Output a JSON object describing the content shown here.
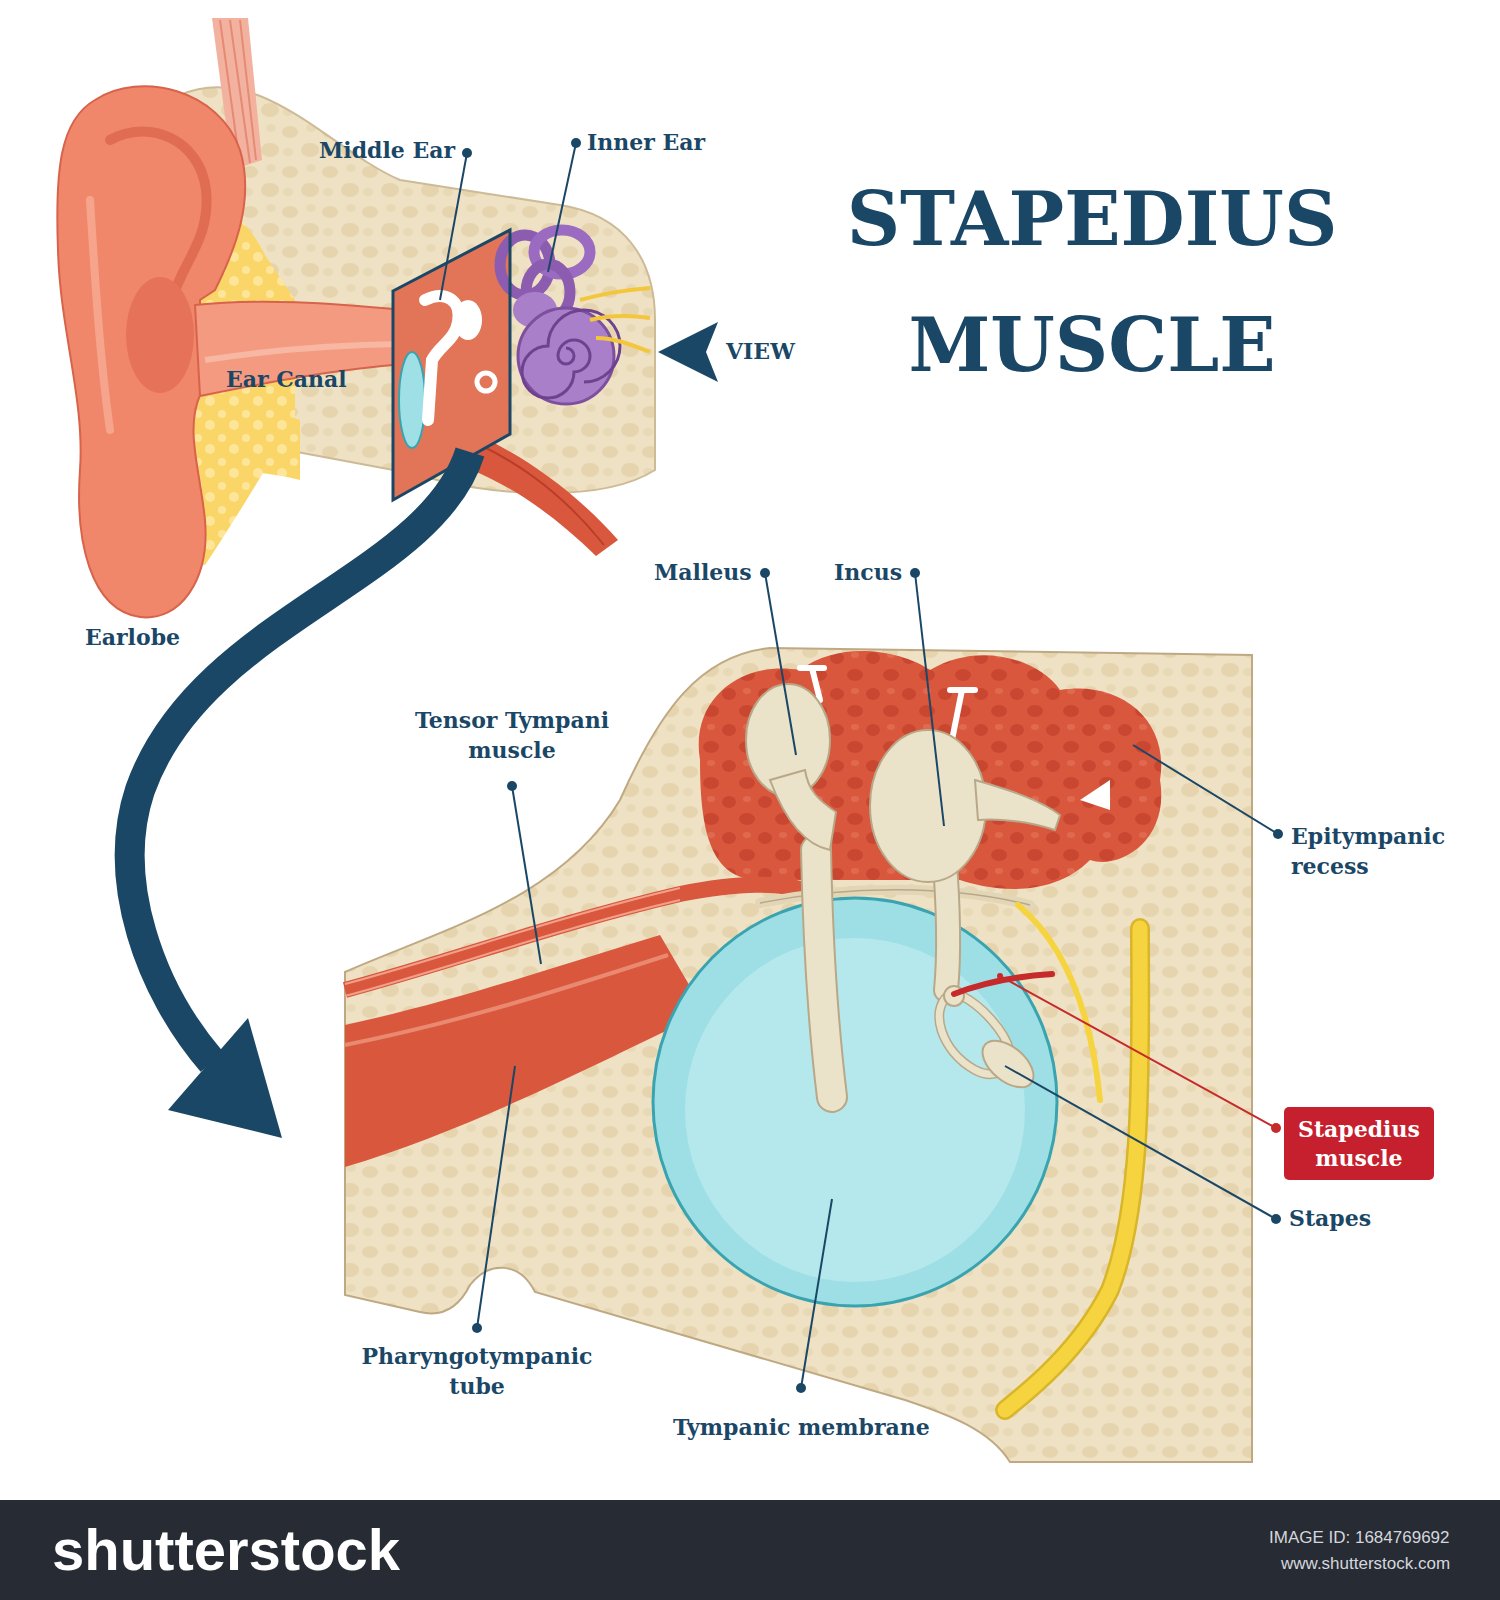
{
  "diagram": {
    "title": "STAPEDIUS MUSCLE",
    "nodes": [
      {
        "text": [
          "Stapedius muscle"
        ]
      }
    ],
    "labels": [
      "Middle Ear",
      "Inner Ear",
      "VIEW",
      "Ear Canal",
      "Earlobe",
      "Malleus",
      "Incus",
      "Tensor Tympani muscle",
      "Epitympanic recess",
      "Stapes",
      "Pharyngotympanic tube",
      "Tympanic membrane",
      "shutterstock",
      "IMAGE ID: 1684769692",
      "www.shutterstock.com"
    ]
  }
}
